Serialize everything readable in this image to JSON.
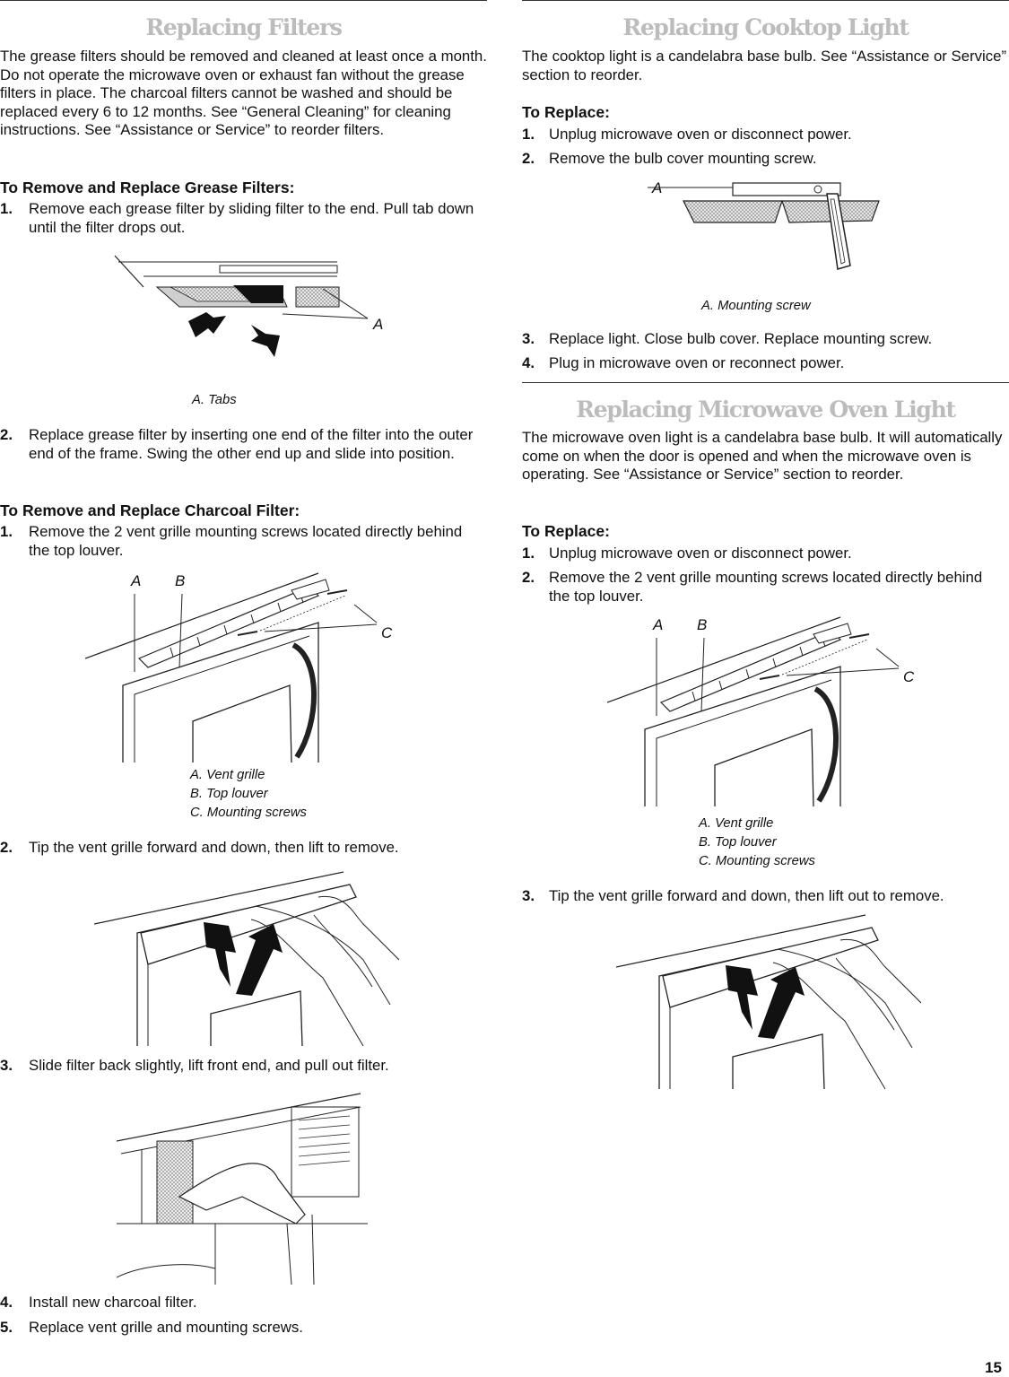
{
  "page_number": "15",
  "left": {
    "filters": {
      "title": "Replacing Filters",
      "intro": "The grease filters should be removed and cleaned at least once a month. Do not operate the microwave oven or exhaust fan without the grease filters in place. The charcoal filters cannot be washed and should be replaced every 6 to 12 months. See “General Cleaning” for cleaning instructions. See “Assistance or Service” to reorder filters.",
      "grease_heading": "To Remove and Replace Grease Filters:",
      "grease_step1": "Remove each grease filter by sliding filter to the end. Pull tab down until the filter drops out.",
      "fig_tabs_label": "A",
      "fig_tabs_caption": "A. Tabs",
      "grease_step2": "Replace grease filter by inserting one end of the filter into the outer end of the frame. Swing the other end up and slide into position.",
      "charcoal_heading": "To Remove and Replace Charcoal Filter:",
      "charcoal_step1": "Remove the 2 vent grille mounting screws located directly behind the top louver.",
      "charcoal_step2": "Tip the vent grille forward and down, then lift to remove.",
      "charcoal_step3": "Slide filter back slightly, lift front end, and pull out filter.",
      "charcoal_step4": "Install new charcoal filter.",
      "charcoal_step5": "Replace vent grille and mounting screws."
    }
  },
  "right": {
    "cooktop": {
      "title": "Replacing Cooktop Light",
      "intro": "The cooktop light is a candelabra base bulb. See “Assistance or Service” section to reorder.",
      "heading": "To Replace:",
      "step1": "Unplug microwave oven or disconnect power.",
      "step2": "Remove the bulb cover mounting screw.",
      "fig_label": "A",
      "fig_caption": "A. Mounting screw",
      "step3": "Replace light. Close bulb cover. Replace mounting screw.",
      "step4": "Plug in microwave oven or reconnect power."
    },
    "oven_light": {
      "title": "Replacing Microwave Oven Light",
      "intro": "The microwave oven light is a candelabra base bulb. It will automatically come on when the door is opened and when the microwave oven is operating. See “Assistance or Service” section to reorder.",
      "heading": "To Replace:",
      "step1": "Unplug microwave oven or disconnect power.",
      "step2": "Remove the 2 vent grille mounting screws located directly behind the top louver.",
      "step3": "Tip the vent grille forward and down, then lift out to remove."
    }
  },
  "vent_figure": {
    "label_a": "A",
    "label_b": "B",
    "label_c": "C",
    "caption_a": "A. Vent grille",
    "caption_b": "B. Top louver",
    "caption_c": "C. Mounting screws"
  },
  "step_numbers": [
    "1.",
    "2.",
    "3.",
    "4.",
    "5."
  ]
}
